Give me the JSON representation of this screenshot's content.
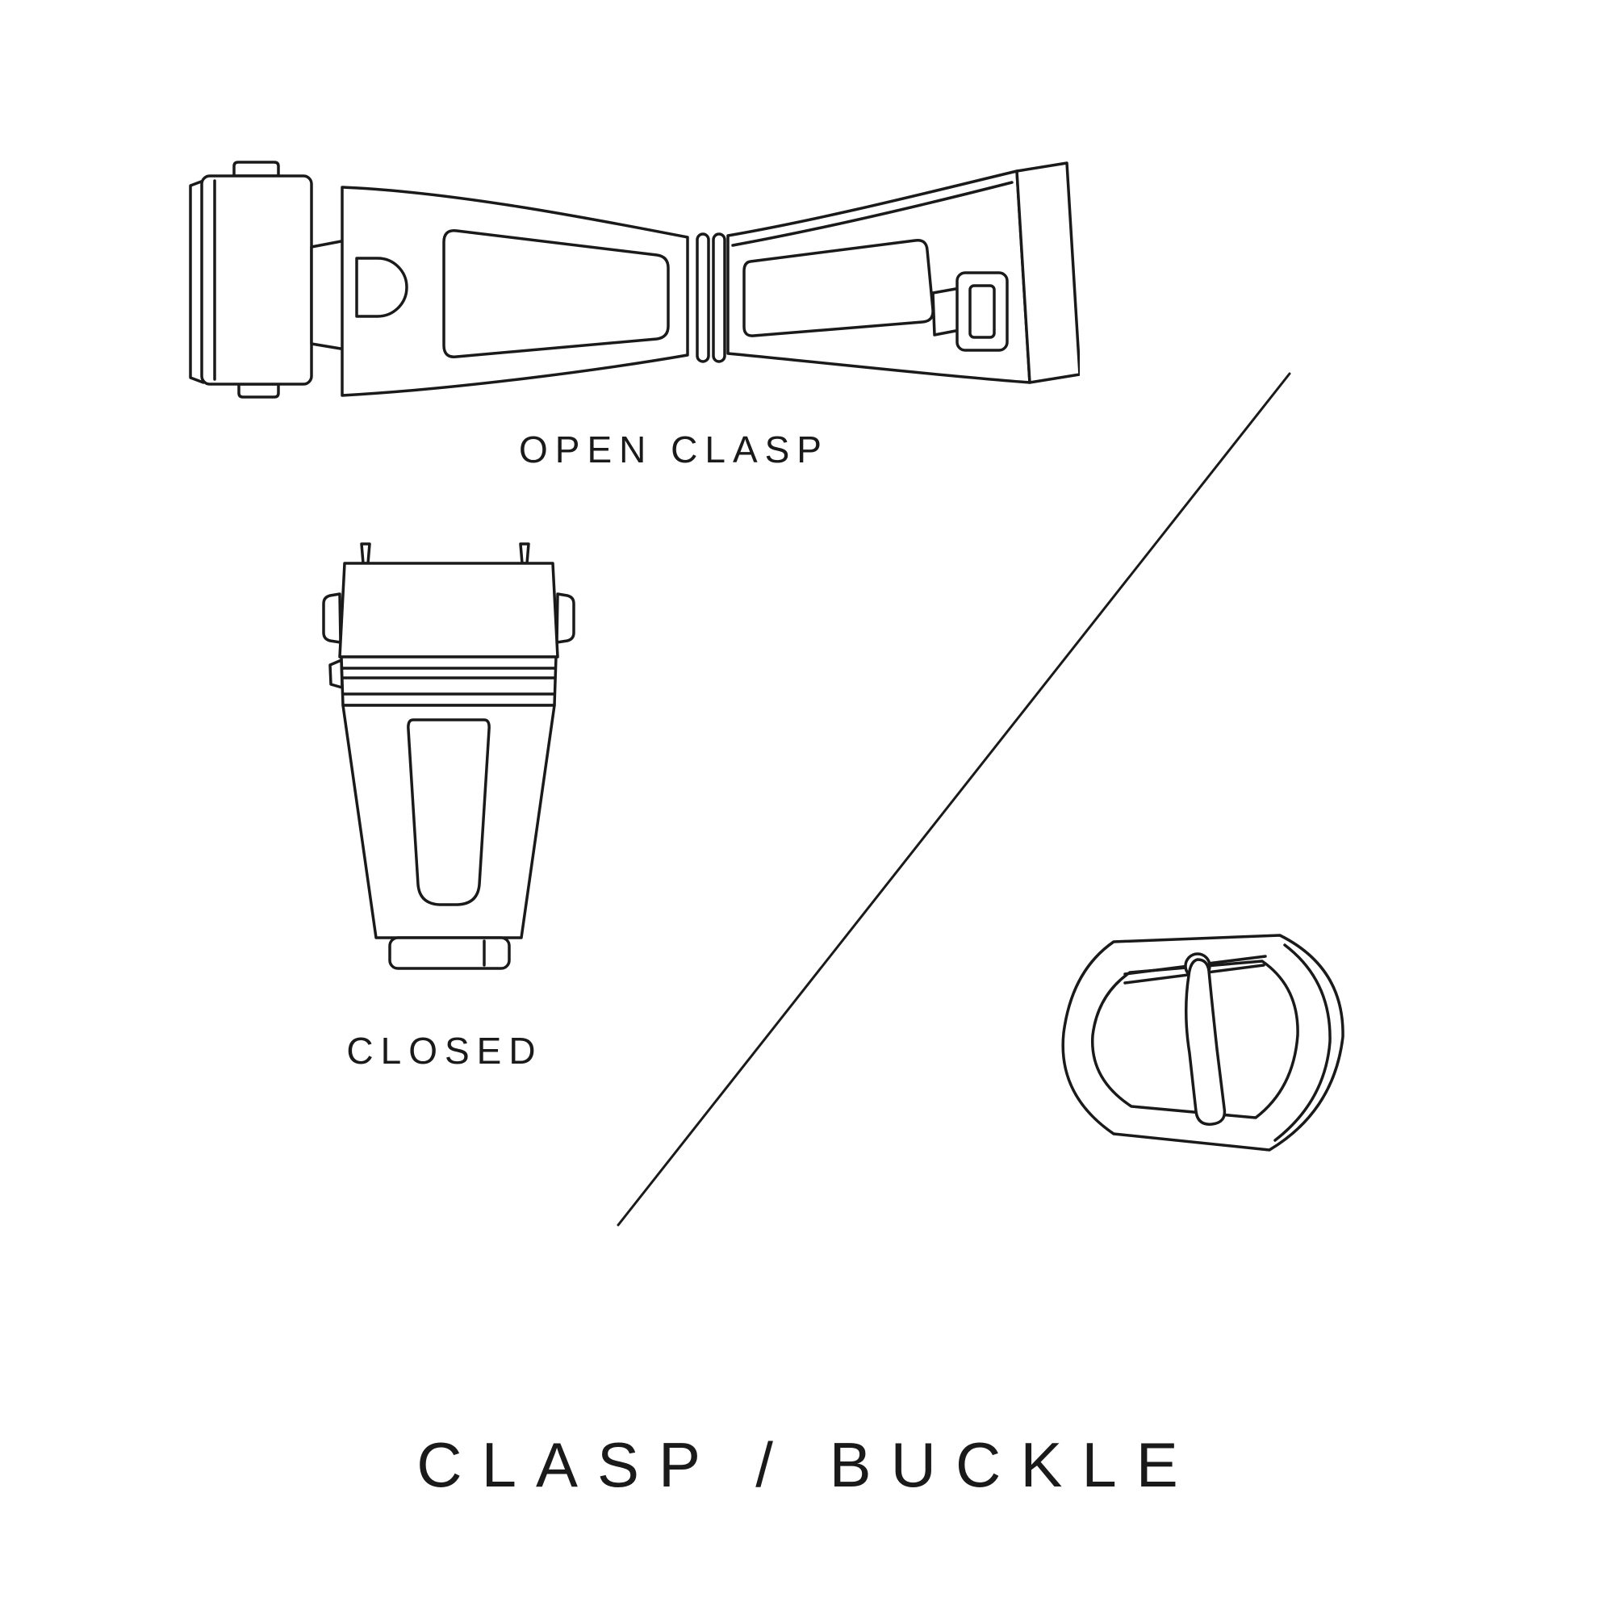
{
  "canvas": {
    "background_color": "#ffffff",
    "line_color": "#1a1a1a",
    "text_color": "#1a1a1a"
  },
  "diagram": {
    "title": "CLASP / BUCKLE",
    "sections": [
      {
        "id": "open-clasp",
        "caption": "OPEN CLASP",
        "illustration": "open-clasp-butterfly-deployant-opened"
      },
      {
        "id": "closed-clasp",
        "caption": "CLOSED",
        "illustration": "closed-clasp-top-view"
      },
      {
        "id": "tang-buckle",
        "caption": "",
        "illustration": "tang-buckle-with-pin"
      }
    ],
    "divider": "diagonal-line"
  }
}
